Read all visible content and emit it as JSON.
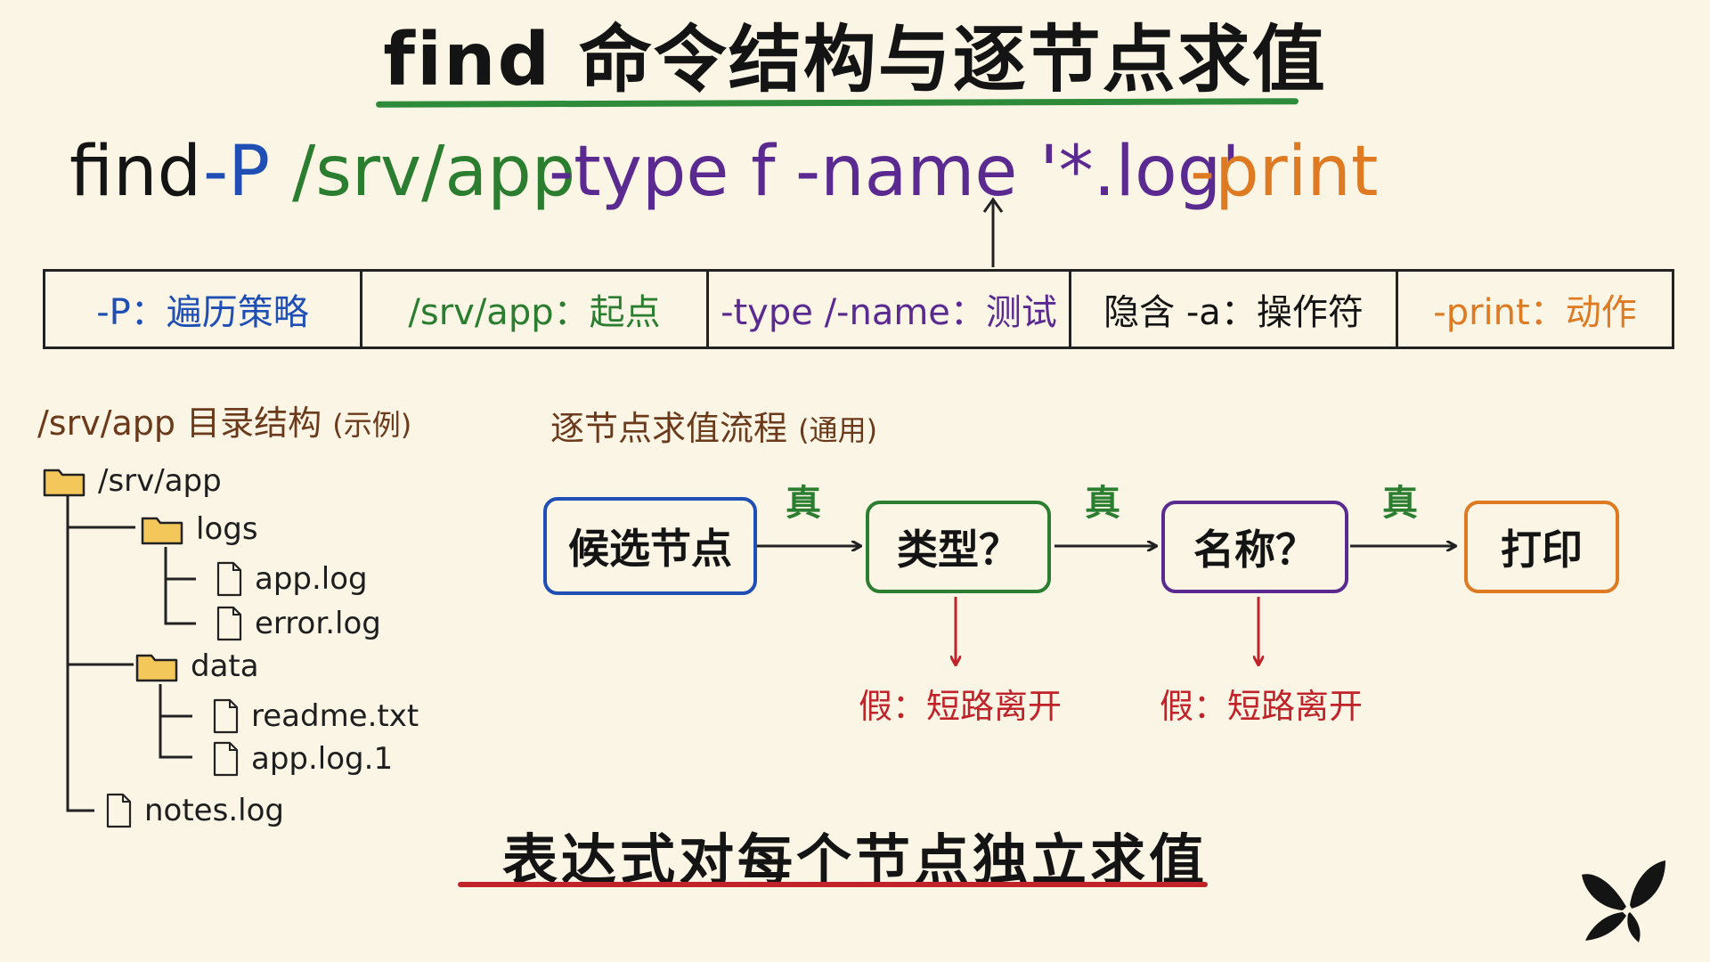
{
  "title": "find 命令结构与逐节点求值",
  "command": {
    "cmd": "find",
    "option": "-P",
    "path": "/srv/app",
    "type_test": "-type f",
    "name_test": "-name '*.log'",
    "action": "-print"
  },
  "segments": [
    {
      "label": "-P：遍历策略",
      "color": "#1f4fb5"
    },
    {
      "label": "/srv/app：起点",
      "color": "#2b7d2f"
    },
    {
      "label": "-type /-name：测试",
      "color": "#5a2a91"
    },
    {
      "label": "隐含 -a：操作符",
      "color": "#141414"
    },
    {
      "label": "-print：动作",
      "color": "#dd7a22"
    }
  ],
  "tree": {
    "heading": "/srv/app 目录结构",
    "heading_note": "(示例)",
    "items": [
      {
        "name": "/srv/app",
        "kind": "folder"
      },
      {
        "name": "logs",
        "kind": "folder"
      },
      {
        "name": "app.log",
        "kind": "file"
      },
      {
        "name": "error.log",
        "kind": "file"
      },
      {
        "name": "data",
        "kind": "folder"
      },
      {
        "name": "readme.txt",
        "kind": "file"
      },
      {
        "name": "app.log.1",
        "kind": "file"
      },
      {
        "name": "notes.log",
        "kind": "file"
      }
    ]
  },
  "flow": {
    "heading": "逐节点求值流程",
    "heading_note": "(通用)",
    "nodes": [
      {
        "label": "候选节点",
        "color": "#1f4fb5"
      },
      {
        "label": "类型？",
        "color": "#2b7d2f"
      },
      {
        "label": "名称？",
        "color": "#5a2a91"
      },
      {
        "label": "打印",
        "color": "#dd7a22"
      }
    ],
    "true_label": "真",
    "false_label": "假：短路离开"
  },
  "summary": "表达式对每个节点独立求值",
  "colors": {
    "background": "#fbf5e6",
    "blue": "#1f4fb5",
    "green": "#2b7d2f",
    "purple": "#5a2a91",
    "orange": "#dd7a22",
    "red": "#c0242a"
  },
  "logo_icon": "butterfly-icon"
}
